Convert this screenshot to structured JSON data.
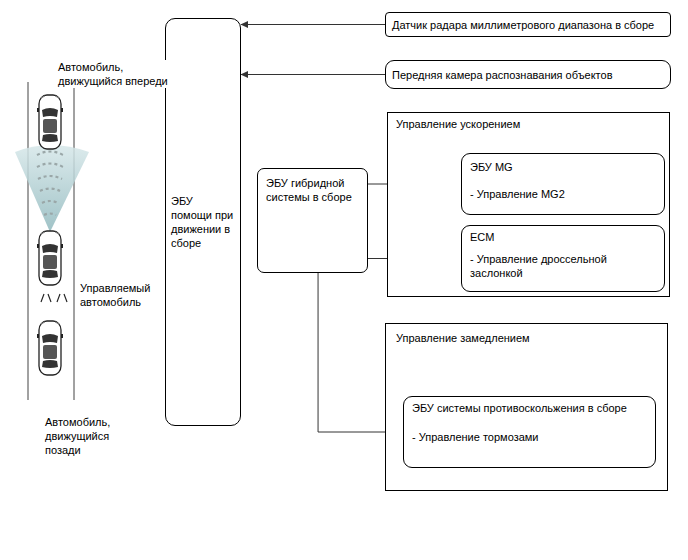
{
  "diagram": {
    "nodes": [
      {
        "text": [
          "ЭБУ помощи при движении в сборе"
        ]
      },
      {
        "text": [
          "Датчик радара миллиметрового диапазона в сборе"
        ]
      },
      {
        "text": [
          "Передняя камера распознавания объектов"
        ]
      },
      {
        "text": [
          "ЭБУ гибридной системы в сборе"
        ]
      },
      {
        "text": [
          "Управление ускорением"
        ]
      },
      {
        "text": [
          "ЭБУ MG",
          "- Управление MG2"
        ],
        "in": 4
      },
      {
        "text": [
          "ECM",
          "- Управление дроссельной заслонкой"
        ],
        "in": 4
      },
      {
        "text": [
          "Управление замедлением"
        ]
      },
      {
        "text": [
          "ЭБУ системы противоскольжения в сборе",
          "- Управление тормозами"
        ],
        "in": 7
      }
    ],
    "edges": [
      {
        "from": 1,
        "to": 0,
        "arrow": "to"
      },
      {
        "from": 2,
        "to": 0,
        "arrow": "to"
      },
      {
        "from": 3,
        "to": 5,
        "arrow": "to"
      },
      {
        "from": 3,
        "to": 6,
        "arrow": "to"
      },
      {
        "from": 3,
        "to": 8,
        "arrow": "to"
      }
    ],
    "labels": [
      "Автомобиль, движущийся впереди",
      "Управляемый автомобиль",
      "Автомобиль, движущийся позади"
    ]
  }
}
